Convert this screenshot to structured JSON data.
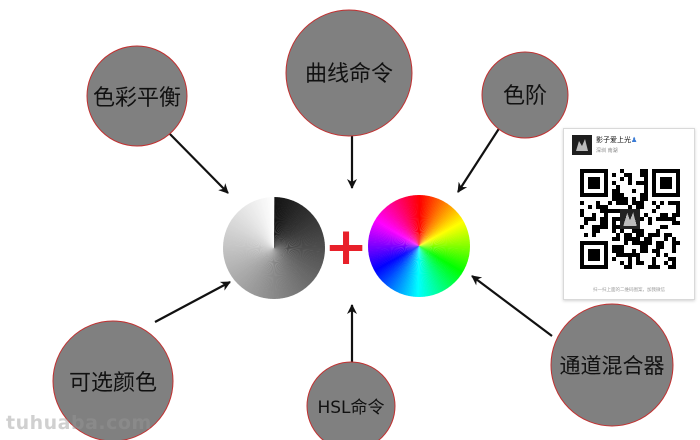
{
  "nodes": {
    "color_balance": "色彩平衡",
    "curves": "曲线命令",
    "levels": "色阶",
    "selective_color": "可选颜色",
    "hsl": "HSL命令",
    "channel_mixer": "通道混合器"
  },
  "plus_symbol": "+",
  "qr_card": {
    "name": "影子爱上光",
    "badge": "♟",
    "subtitle": "深圳 南湖",
    "footer": "扫一扫上面的二维码图案，加我微信"
  },
  "watermark": "tuhuaba.com",
  "colors": {
    "node_fill": "#808080",
    "node_border": "#c23030",
    "plus": "#e8202a",
    "arrow": "#111111"
  },
  "icons": {
    "gray_wheel": "grayscale-conic-wheel",
    "color_wheel": "hue-conic-wheel",
    "qr": "qr-code-icon"
  }
}
